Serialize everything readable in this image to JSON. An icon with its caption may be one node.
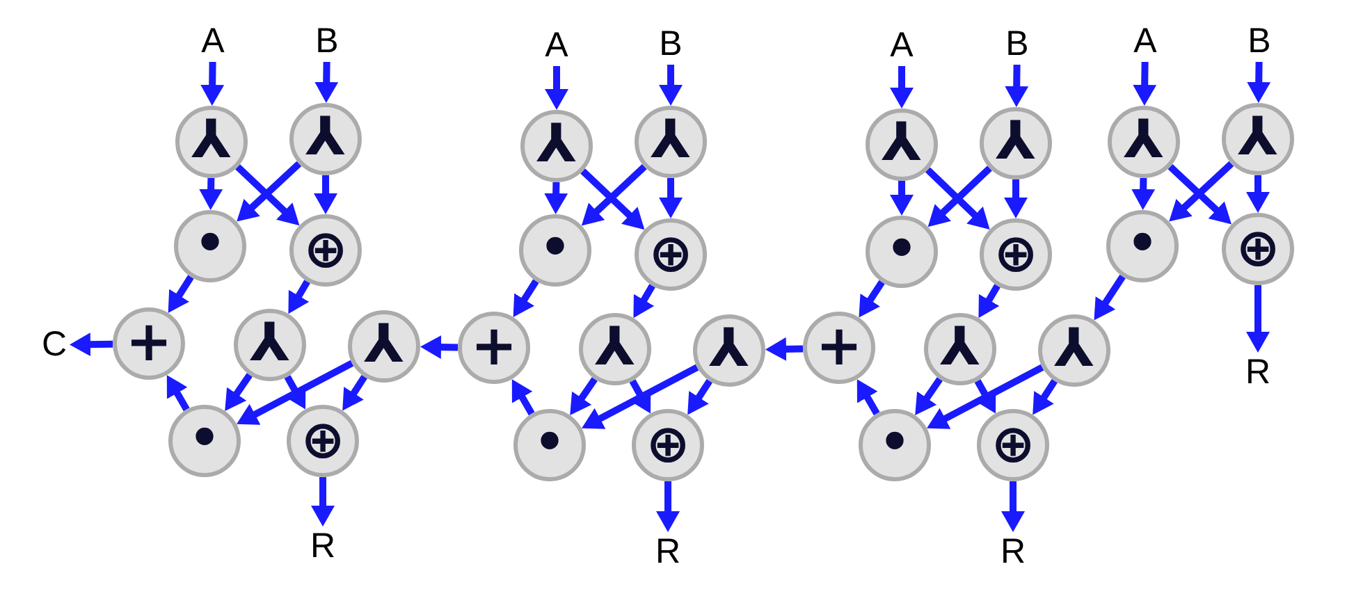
{
  "diagram": {
    "nodes": [
      {
        "text": [
          "A"
        ]
      },
      {
        "text": [
          "B"
        ]
      },
      {
        "text": [
          "⅄"
        ]
      },
      {
        "text": [
          "⅄"
        ]
      },
      {
        "text": [
          "•"
        ]
      },
      {
        "text": [
          "⊕"
        ]
      },
      {
        "text": [
          "C"
        ]
      },
      {
        "text": [
          "+"
        ]
      },
      {
        "text": [
          "⅄"
        ]
      },
      {
        "text": [
          "⅄"
        ]
      },
      {
        "text": [
          "•"
        ]
      },
      {
        "text": [
          "⊕"
        ]
      },
      {
        "text": [
          "R"
        ]
      },
      {
        "text": [
          "A"
        ]
      },
      {
        "text": [
          "B"
        ]
      },
      {
        "text": [
          "⅄"
        ]
      },
      {
        "text": [
          "⅄"
        ]
      },
      {
        "text": [
          "•"
        ]
      },
      {
        "text": [
          "⊕"
        ]
      },
      {
        "text": [
          "+"
        ]
      },
      {
        "text": [
          "⅄"
        ]
      },
      {
        "text": [
          "⅄"
        ]
      },
      {
        "text": [
          "•"
        ]
      },
      {
        "text": [
          "⊕"
        ]
      },
      {
        "text": [
          "R"
        ]
      },
      {
        "text": [
          "A"
        ]
      },
      {
        "text": [
          "B"
        ]
      },
      {
        "text": [
          "⅄"
        ]
      },
      {
        "text": [
          "⅄"
        ]
      },
      {
        "text": [
          "•"
        ]
      },
      {
        "text": [
          "⊕"
        ]
      },
      {
        "text": [
          "+"
        ]
      },
      {
        "text": [
          "⅄"
        ]
      },
      {
        "text": [
          "⅄"
        ]
      },
      {
        "text": [
          "•"
        ]
      },
      {
        "text": [
          "⊕"
        ]
      },
      {
        "text": [
          "R"
        ]
      },
      {
        "text": [
          "A"
        ]
      },
      {
        "text": [
          "B"
        ]
      },
      {
        "text": [
          "⅄"
        ]
      },
      {
        "text": [
          "⅄"
        ]
      },
      {
        "text": [
          "•"
        ]
      },
      {
        "text": [
          "⊕"
        ]
      },
      {
        "text": [
          "R"
        ]
      }
    ],
    "edges": [
      {
        "from": 0,
        "to": 2,
        "arrow": "to"
      },
      {
        "from": 1,
        "to": 3,
        "arrow": "to"
      },
      {
        "from": 2,
        "to": 4,
        "arrow": "to"
      },
      {
        "from": 2,
        "to": 5,
        "arrow": "to"
      },
      {
        "from": 3,
        "to": 4,
        "arrow": "to"
      },
      {
        "from": 3,
        "to": 5,
        "arrow": "to"
      },
      {
        "from": 4,
        "to": 7,
        "arrow": "to"
      },
      {
        "from": 5,
        "to": 8,
        "arrow": "to"
      },
      {
        "from": 7,
        "to": 6,
        "arrow": "to"
      },
      {
        "from": 19,
        "to": 9,
        "arrow": "to"
      },
      {
        "from": 8,
        "to": 10,
        "arrow": "to"
      },
      {
        "from": 8,
        "to": 11,
        "arrow": "to"
      },
      {
        "from": 9,
        "to": 10,
        "arrow": "to"
      },
      {
        "from": 9,
        "to": 11,
        "arrow": "to"
      },
      {
        "from": 10,
        "to": 7,
        "arrow": "to"
      },
      {
        "from": 11,
        "to": 12,
        "arrow": "to"
      },
      {
        "from": 13,
        "to": 15,
        "arrow": "to"
      },
      {
        "from": 14,
        "to": 16,
        "arrow": "to"
      },
      {
        "from": 15,
        "to": 17,
        "arrow": "to"
      },
      {
        "from": 15,
        "to": 18,
        "arrow": "to"
      },
      {
        "from": 16,
        "to": 17,
        "arrow": "to"
      },
      {
        "from": 16,
        "to": 18,
        "arrow": "to"
      },
      {
        "from": 17,
        "to": 19,
        "arrow": "to"
      },
      {
        "from": 18,
        "to": 20,
        "arrow": "to"
      },
      {
        "from": 31,
        "to": 21,
        "arrow": "to"
      },
      {
        "from": 20,
        "to": 22,
        "arrow": "to"
      },
      {
        "from": 20,
        "to": 23,
        "arrow": "to"
      },
      {
        "from": 21,
        "to": 22,
        "arrow": "to"
      },
      {
        "from": 21,
        "to": 23,
        "arrow": "to"
      },
      {
        "from": 22,
        "to": 19,
        "arrow": "to"
      },
      {
        "from": 23,
        "to": 24,
        "arrow": "to"
      },
      {
        "from": 25,
        "to": 27,
        "arrow": "to"
      },
      {
        "from": 26,
        "to": 28,
        "arrow": "to"
      },
      {
        "from": 27,
        "to": 29,
        "arrow": "to"
      },
      {
        "from": 27,
        "to": 30,
        "arrow": "to"
      },
      {
        "from": 28,
        "to": 29,
        "arrow": "to"
      },
      {
        "from": 28,
        "to": 30,
        "arrow": "to"
      },
      {
        "from": 29,
        "to": 31,
        "arrow": "to"
      },
      {
        "from": 30,
        "to": 32,
        "arrow": "to"
      },
      {
        "from": 41,
        "to": 33,
        "arrow": "to"
      },
      {
        "from": 32,
        "to": 34,
        "arrow": "to"
      },
      {
        "from": 32,
        "to": 35,
        "arrow": "to"
      },
      {
        "from": 33,
        "to": 34,
        "arrow": "to"
      },
      {
        "from": 33,
        "to": 35,
        "arrow": "to"
      },
      {
        "from": 34,
        "to": 31,
        "arrow": "to"
      },
      {
        "from": 35,
        "to": 36,
        "arrow": "to"
      },
      {
        "from": 37,
        "to": 39,
        "arrow": "to"
      },
      {
        "from": 38,
        "to": 40,
        "arrow": "to"
      },
      {
        "from": 39,
        "to": 41,
        "arrow": "to"
      },
      {
        "from": 39,
        "to": 42,
        "arrow": "to"
      },
      {
        "from": 40,
        "to": 41,
        "arrow": "to"
      },
      {
        "from": 40,
        "to": 42,
        "arrow": "to"
      },
      {
        "from": 42,
        "to": 43,
        "arrow": "to"
      }
    ]
  }
}
